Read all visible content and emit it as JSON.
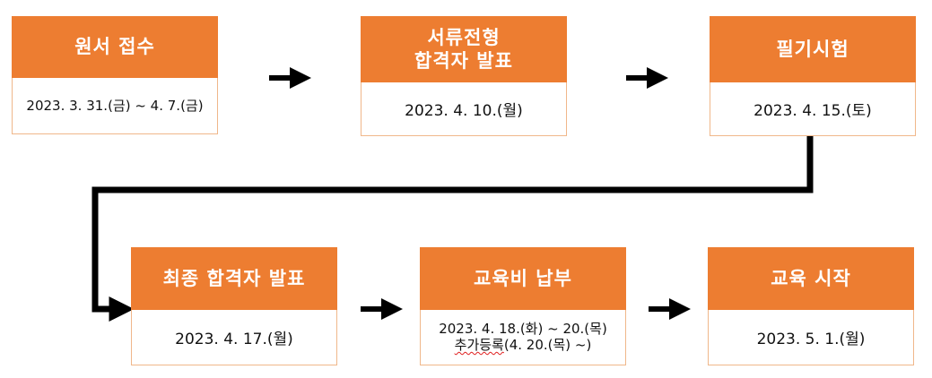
{
  "stages": [
    {
      "id": "apply",
      "title": "원서 접수",
      "date": "2023. 3. 31.(금) ~ 4. 7.(금)"
    },
    {
      "id": "doc",
      "title_line1": "서류전형",
      "title_line2": "합격자 발표",
      "date": "2023. 4. 10.(월)"
    },
    {
      "id": "exam",
      "title": "필기시험",
      "date": "2023. 4. 15.(토)"
    },
    {
      "id": "final",
      "title": "최종 합격자 발표",
      "date": "2023. 4. 17.(월)"
    },
    {
      "id": "fee",
      "title": "교육비 납부",
      "date_line1": "2023. 4. 18.(화) ~ 20.(목)",
      "date_line2_word": "추가등록",
      "date_line2_rest": "(4. 20.(목) ~)"
    },
    {
      "id": "start",
      "title": "교육 시작",
      "date": "2023. 5. 1.(월)"
    }
  ],
  "colors": {
    "header": "#ed7d31",
    "border": "#f0b78a",
    "arrow": "#000000"
  }
}
